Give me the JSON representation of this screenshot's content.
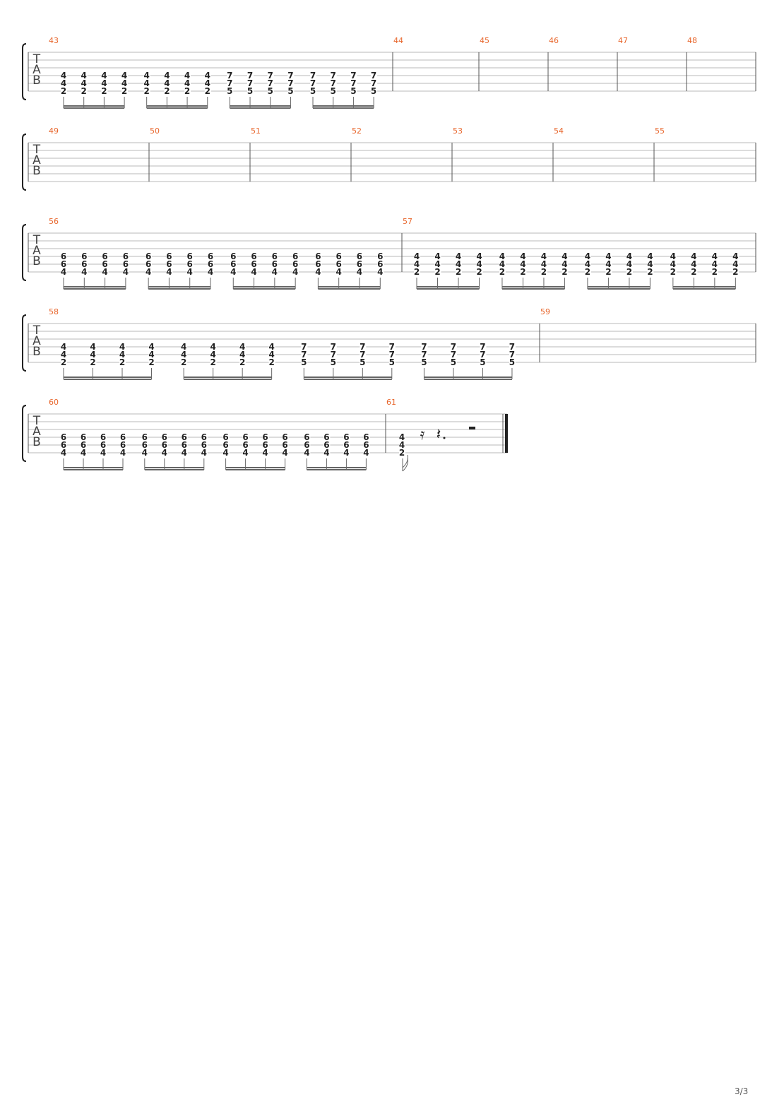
{
  "page": {
    "number": "3/3"
  },
  "clef_letters": [
    "T",
    "A",
    "B"
  ],
  "colors": {
    "measure_number": "#e8662c",
    "staff_line": "#b8b8b8",
    "note": "#222222",
    "barline": "#555555",
    "beam": "#666666"
  },
  "systems": [
    {
      "measures": [
        {
          "number": "43",
          "chords": [
            [
              "4",
              "4",
              "2"
            ],
            [
              "4",
              "4",
              "2"
            ],
            [
              "4",
              "4",
              "2"
            ],
            [
              "4",
              "4",
              "2"
            ],
            [
              "4",
              "4",
              "2"
            ],
            [
              "4",
              "4",
              "2"
            ],
            [
              "4",
              "4",
              "2"
            ],
            [
              "4",
              "4",
              "2"
            ],
            [
              "7",
              "7",
              "5"
            ],
            [
              "7",
              "7",
              "5"
            ],
            [
              "7",
              "7",
              "5"
            ],
            [
              "7",
              "7",
              "5"
            ],
            [
              "7",
              "7",
              "5"
            ],
            [
              "7",
              "7",
              "5"
            ],
            [
              "7",
              "7",
              "5"
            ],
            [
              "7",
              "7",
              "5"
            ]
          ]
        },
        {
          "number": "44",
          "chords": []
        },
        {
          "number": "45",
          "chords": []
        },
        {
          "number": "46",
          "chords": []
        },
        {
          "number": "47",
          "chords": []
        },
        {
          "number": "48",
          "chords": []
        }
      ]
    },
    {
      "measures": [
        {
          "number": "49",
          "chords": []
        },
        {
          "number": "50",
          "chords": []
        },
        {
          "number": "51",
          "chords": []
        },
        {
          "number": "52",
          "chords": []
        },
        {
          "number": "53",
          "chords": []
        },
        {
          "number": "54",
          "chords": []
        },
        {
          "number": "55",
          "chords": []
        }
      ]
    },
    {
      "measures": [
        {
          "number": "56",
          "chords": [
            [
              "6",
              "6",
              "4"
            ],
            [
              "6",
              "6",
              "4"
            ],
            [
              "6",
              "6",
              "4"
            ],
            [
              "6",
              "6",
              "4"
            ],
            [
              "6",
              "6",
              "4"
            ],
            [
              "6",
              "6",
              "4"
            ],
            [
              "6",
              "6",
              "4"
            ],
            [
              "6",
              "6",
              "4"
            ],
            [
              "6",
              "6",
              "4"
            ],
            [
              "6",
              "6",
              "4"
            ],
            [
              "6",
              "6",
              "4"
            ],
            [
              "6",
              "6",
              "4"
            ],
            [
              "6",
              "6",
              "4"
            ],
            [
              "6",
              "6",
              "4"
            ],
            [
              "6",
              "6",
              "4"
            ],
            [
              "6",
              "6",
              "4"
            ]
          ]
        },
        {
          "number": "57",
          "chords": [
            [
              "4",
              "4",
              "2"
            ],
            [
              "4",
              "4",
              "2"
            ],
            [
              "4",
              "4",
              "2"
            ],
            [
              "4",
              "4",
              "2"
            ],
            [
              "4",
              "4",
              "2"
            ],
            [
              "4",
              "4",
              "2"
            ],
            [
              "4",
              "4",
              "2"
            ],
            [
              "4",
              "4",
              "2"
            ],
            [
              "4",
              "4",
              "2"
            ],
            [
              "4",
              "4",
              "2"
            ],
            [
              "4",
              "4",
              "2"
            ],
            [
              "4",
              "4",
              "2"
            ],
            [
              "4",
              "4",
              "2"
            ],
            [
              "4",
              "4",
              "2"
            ],
            [
              "4",
              "4",
              "2"
            ],
            [
              "4",
              "4",
              "2"
            ]
          ]
        }
      ]
    },
    {
      "measures": [
        {
          "number": "58",
          "chords": [
            [
              "4",
              "4",
              "2"
            ],
            [
              "4",
              "4",
              "2"
            ],
            [
              "4",
              "4",
              "2"
            ],
            [
              "4",
              "4",
              "2"
            ],
            [
              "4",
              "4",
              "2"
            ],
            [
              "4",
              "4",
              "2"
            ],
            [
              "4",
              "4",
              "2"
            ],
            [
              "4",
              "4",
              "2"
            ],
            [
              "7",
              "7",
              "5"
            ],
            [
              "7",
              "7",
              "5"
            ],
            [
              "7",
              "7",
              "5"
            ],
            [
              "7",
              "7",
              "5"
            ],
            [
              "7",
              "7",
              "5"
            ],
            [
              "7",
              "7",
              "5"
            ],
            [
              "7",
              "7",
              "5"
            ],
            [
              "7",
              "7",
              "5"
            ]
          ]
        },
        {
          "number": "59",
          "chords": []
        }
      ]
    },
    {
      "measures": [
        {
          "number": "60",
          "chords": [
            [
              "6",
              "6",
              "4"
            ],
            [
              "6",
              "6",
              "4"
            ],
            [
              "6",
              "6",
              "4"
            ],
            [
              "6",
              "6",
              "4"
            ],
            [
              "6",
              "6",
              "4"
            ],
            [
              "6",
              "6",
              "4"
            ],
            [
              "6",
              "6",
              "4"
            ],
            [
              "6",
              "6",
              "4"
            ],
            [
              "6",
              "6",
              "4"
            ],
            [
              "6",
              "6",
              "4"
            ],
            [
              "6",
              "6",
              "4"
            ],
            [
              "6",
              "6",
              "4"
            ],
            [
              "6",
              "6",
              "4"
            ],
            [
              "6",
              "6",
              "4"
            ],
            [
              "6",
              "6",
              "4"
            ],
            [
              "6",
              "6",
              "4"
            ]
          ]
        },
        {
          "number": "61",
          "chords": [
            [
              "4",
              "4",
              "2"
            ]
          ],
          "rests": [
            "sixteenth-rest",
            "dotted-quarter-rest",
            "half-rest"
          ],
          "final": true
        }
      ]
    }
  ]
}
